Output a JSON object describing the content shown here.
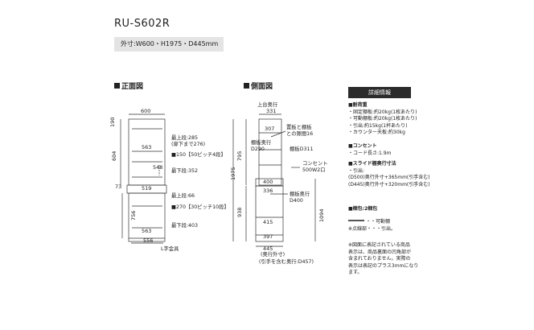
{
  "product": {
    "model": "RU-S602R",
    "dimensions": "外寸:W600・H1975・D445mm"
  },
  "front_view": {
    "title": "正面図",
    "width_top": "600",
    "dim_190": "190",
    "dim_604": "604",
    "dim_73": "73",
    "upper_width": "563",
    "upper_depth_548": "548",
    "inner_519": "519",
    "lower_width": "563",
    "lower_756": "756",
    "lower_270": "270",
    "bottom_width": "556",
    "notes_upper": [
      "最上段:285",
      "(扉下まで276)",
      "■150【50ピッチ4段】",
      "最下段:352"
    ],
    "notes_lower": [
      "最上段:66",
      "■270【30ピッチ10段】",
      "最下段:403"
    ],
    "hinge_label": "L字金具"
  },
  "side_view": {
    "title": "側面図",
    "top_depth_label": "上台奥行",
    "top_depth": "331",
    "dim_307": "307",
    "label_gap": "置板と棚板",
    "label_gap2": "との隙間16",
    "shelf_depth_upper_label": "棚板奥行",
    "shelf_depth_upper": "D290",
    "shelf_depth_upper2": "棚板D311",
    "outlet": "コンセント",
    "outlet_spec": "500W2口",
    "dim_400": "400",
    "dim_336": "336",
    "shelf_depth_lower_label": "棚板奥行",
    "shelf_depth_lower": "D400",
    "dim_415": "415",
    "dim_397": "397",
    "dim_445": "445",
    "depth_note": "(奥行外寸)",
    "handle_note": "(引手を含む奥行:D457)",
    "height_1975": "1975",
    "height_795": "795",
    "height_938": "938",
    "height_1094": "1094"
  },
  "details": {
    "header": "詳細情報",
    "load_title": "■耐荷重",
    "load_items": [
      "・固定棚板:約20kg(1枚あたり)",
      "・可動棚板:約20kg(1枚あたり)",
      "・引出:約15kg(1杯あたり)",
      "・カウンター天板:約30kg"
    ],
    "outlet_title": "■コンセント",
    "outlet_items": [
      "・コード長さ:1.9m"
    ],
    "slide_title": "■スライド棚奥行寸法",
    "slide_items": [
      "・引出:",
      "(D500)奥行外寸+365mm(引手含む)",
      "(D445)奥行外寸+320mm(引手含む)"
    ],
    "pack_title": "■梱包:2梱包",
    "legend_items": [
      "・・可動棚",
      "※点線部・・・引出。"
    ],
    "notes": [
      "※図面に表記されている商品",
      "表示は、商品裏面の凹角部が",
      "含まれておりません。実際の",
      "表示は表記のプラス3mmになり",
      "ます。"
    ]
  }
}
